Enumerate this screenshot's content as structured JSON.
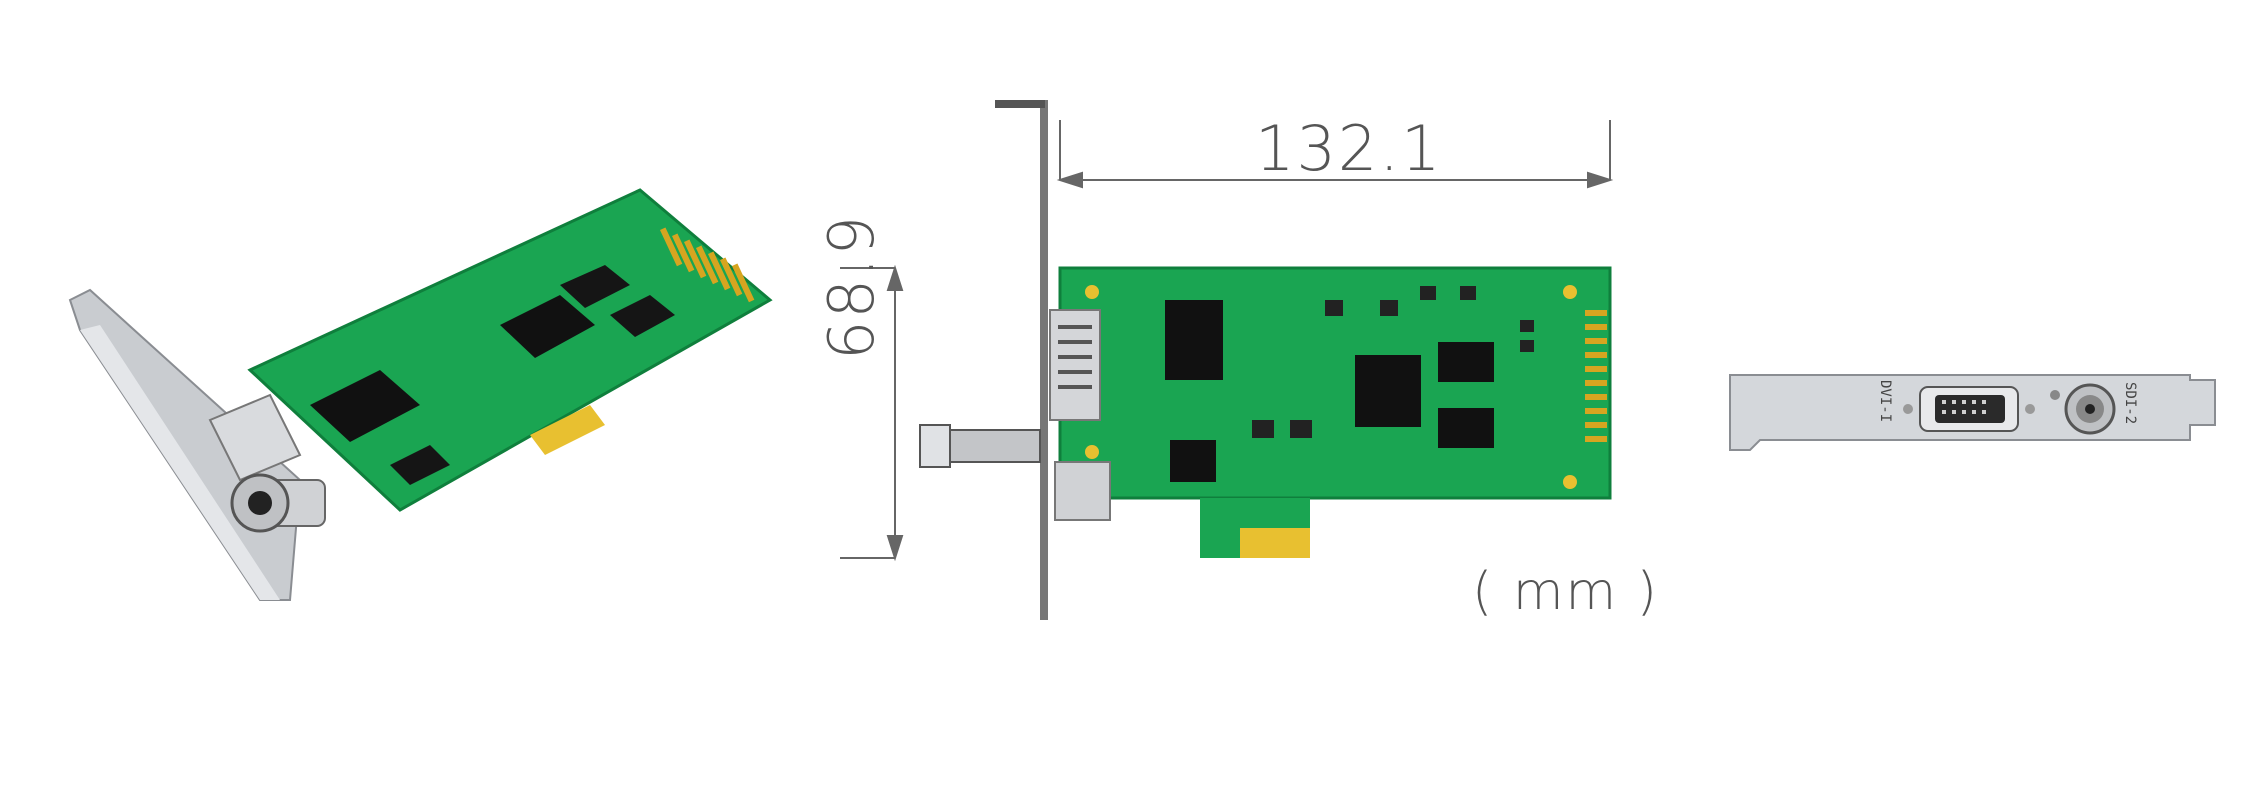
{
  "dimensions": {
    "width_label": "132.1",
    "height_label": "68.9",
    "unit_label": "( mm )"
  },
  "bracket": {
    "port_label_1": "DVI-I",
    "port_label_2": "SDI-2"
  },
  "colors": {
    "pcb_green": "#1aa552",
    "pcb_dark_green": "#0f7f3c",
    "chip_black": "#111111",
    "gold_contacts": "#e8c030",
    "bracket_silver": "#c9ccd0",
    "dimension_line": "#666666"
  }
}
